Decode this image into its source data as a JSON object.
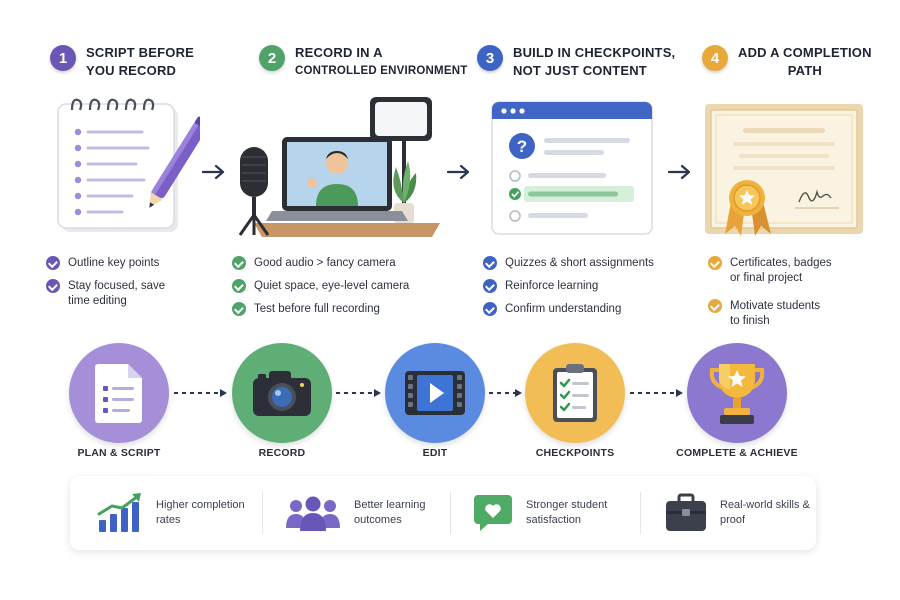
{
  "steps": [
    {
      "num": "1",
      "title_l1": "SCRIPT BEFORE",
      "title_l2": "YOU RECORD",
      "color": "#6b55b5",
      "bullets": [
        "Outline key points",
        "Stay focused, save time editing"
      ]
    },
    {
      "num": "2",
      "title_l1": "RECORD IN A",
      "title_l2": "CONTROLLED ENVIRONMENT",
      "color": "#4fa36a",
      "bullets": [
        "Good audio > fancy camera",
        "Quiet space, eye-level camera",
        "Test before full recording"
      ]
    },
    {
      "num": "3",
      "title_l1": "BUILD IN CHECKPOINTS,",
      "title_l2": "NOT JUST CONTENT",
      "color": "#3f63c4",
      "bullets": [
        "Quizzes & short assignments",
        "Reinforce learning",
        "Confirm understanding"
      ]
    },
    {
      "num": "4",
      "title_l1": "ADD A COMPLETION",
      "title_l2": "PATH",
      "color": "#e8a93a",
      "bullets": [
        "Certificates, badges or final project",
        "Motivate students to finish"
      ]
    }
  ],
  "process": [
    {
      "label": "PLAN & SCRIPT",
      "icon": "document-icon",
      "color": "#a48fd8"
    },
    {
      "label": "RECORD",
      "icon": "camera-icon",
      "color": "#5fae76"
    },
    {
      "label": "EDIT",
      "icon": "video-play-icon",
      "color": "#5a8be0"
    },
    {
      "label": "CHECKPOINTS",
      "icon": "checklist-icon",
      "color": "#f2bd55"
    },
    {
      "label": "COMPLETE & ACHIEVE",
      "icon": "trophy-icon",
      "color": "#8c78cf"
    }
  ],
  "stats": [
    {
      "text": "Higher completion rates",
      "icon": "growth-chart-icon"
    },
    {
      "text": "Better learning outcomes",
      "icon": "group-icon"
    },
    {
      "text": "Stronger student satisfaction",
      "icon": "heart-chat-icon"
    },
    {
      "text": "Real-world skills & proof",
      "icon": "briefcase-icon"
    }
  ],
  "colors": {
    "purple": "#6b55b5",
    "green": "#4fa36a",
    "blue": "#3f63c4",
    "orange": "#e8a93a",
    "arrow": "#2a3550"
  }
}
